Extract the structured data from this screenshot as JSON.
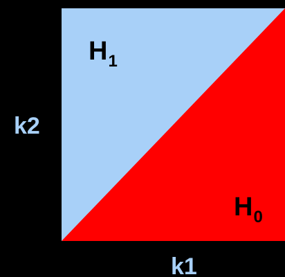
{
  "labels": {
    "y_axis": "k2",
    "x_axis": "k1",
    "upper_region": {
      "main": "H",
      "sub": "1"
    },
    "lower_region": {
      "main": "H",
      "sub": "0"
    }
  },
  "colors": {
    "background": "#000000",
    "upper_region": "#a8d0f8",
    "lower_region": "#ff0000",
    "axis_text": "#a8d0f8",
    "region_text": "#000000"
  }
}
